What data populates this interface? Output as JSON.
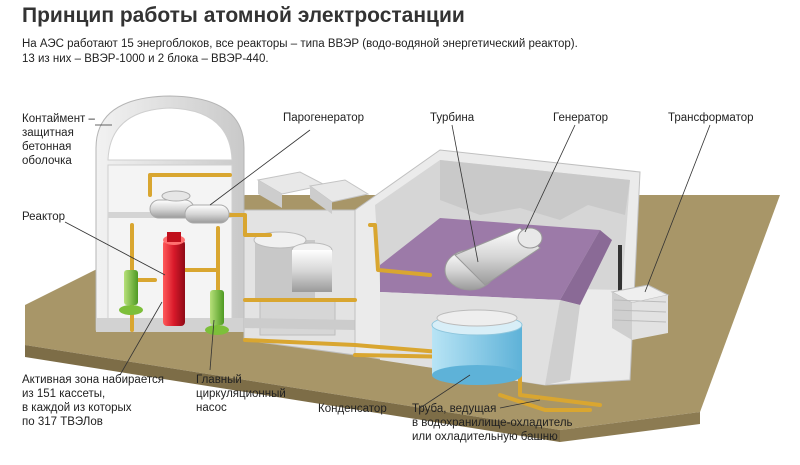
{
  "title": "Принцип работы атомной электростанции",
  "subtitle_line1": "На АЭС работают 15 энергоблоков, все реакторы – типа ВВЭР (водо-водяной энергетический реактор).",
  "subtitle_line2": "13 из них – ВВЭР-1000 и 2 блока – ВВЭР-440.",
  "labels": {
    "containment": [
      "Контаймент –",
      "защитная",
      "бетонная",
      "оболочка"
    ],
    "reactor": [
      "Реактор"
    ],
    "steam_generator": [
      "Парогенератор"
    ],
    "turbine": [
      "Турбина"
    ],
    "generator": [
      "Генератор"
    ],
    "transformer": [
      "Трансформатор"
    ],
    "core": [
      "Активная зона набирается",
      "из 151 кассеты,",
      "в каждой из которых",
      "по 317 ТВЭЛов"
    ],
    "pump": [
      "Главный",
      "циркуляционный",
      "насос"
    ],
    "condenser": [
      "Конденсатор"
    ],
    "pipe": [
      "Труба, ведущая",
      "в водохранилище-охладитель",
      "или охладительную башню"
    ]
  },
  "colors": {
    "ground": "#a89668",
    "wall": "#dcdcdc",
    "pipe": "#d9a630",
    "reactor": "#d8192a",
    "pump": "#7dbf3a",
    "turbine_floor": "#9c7aa8",
    "water": "#86c9e6"
  }
}
